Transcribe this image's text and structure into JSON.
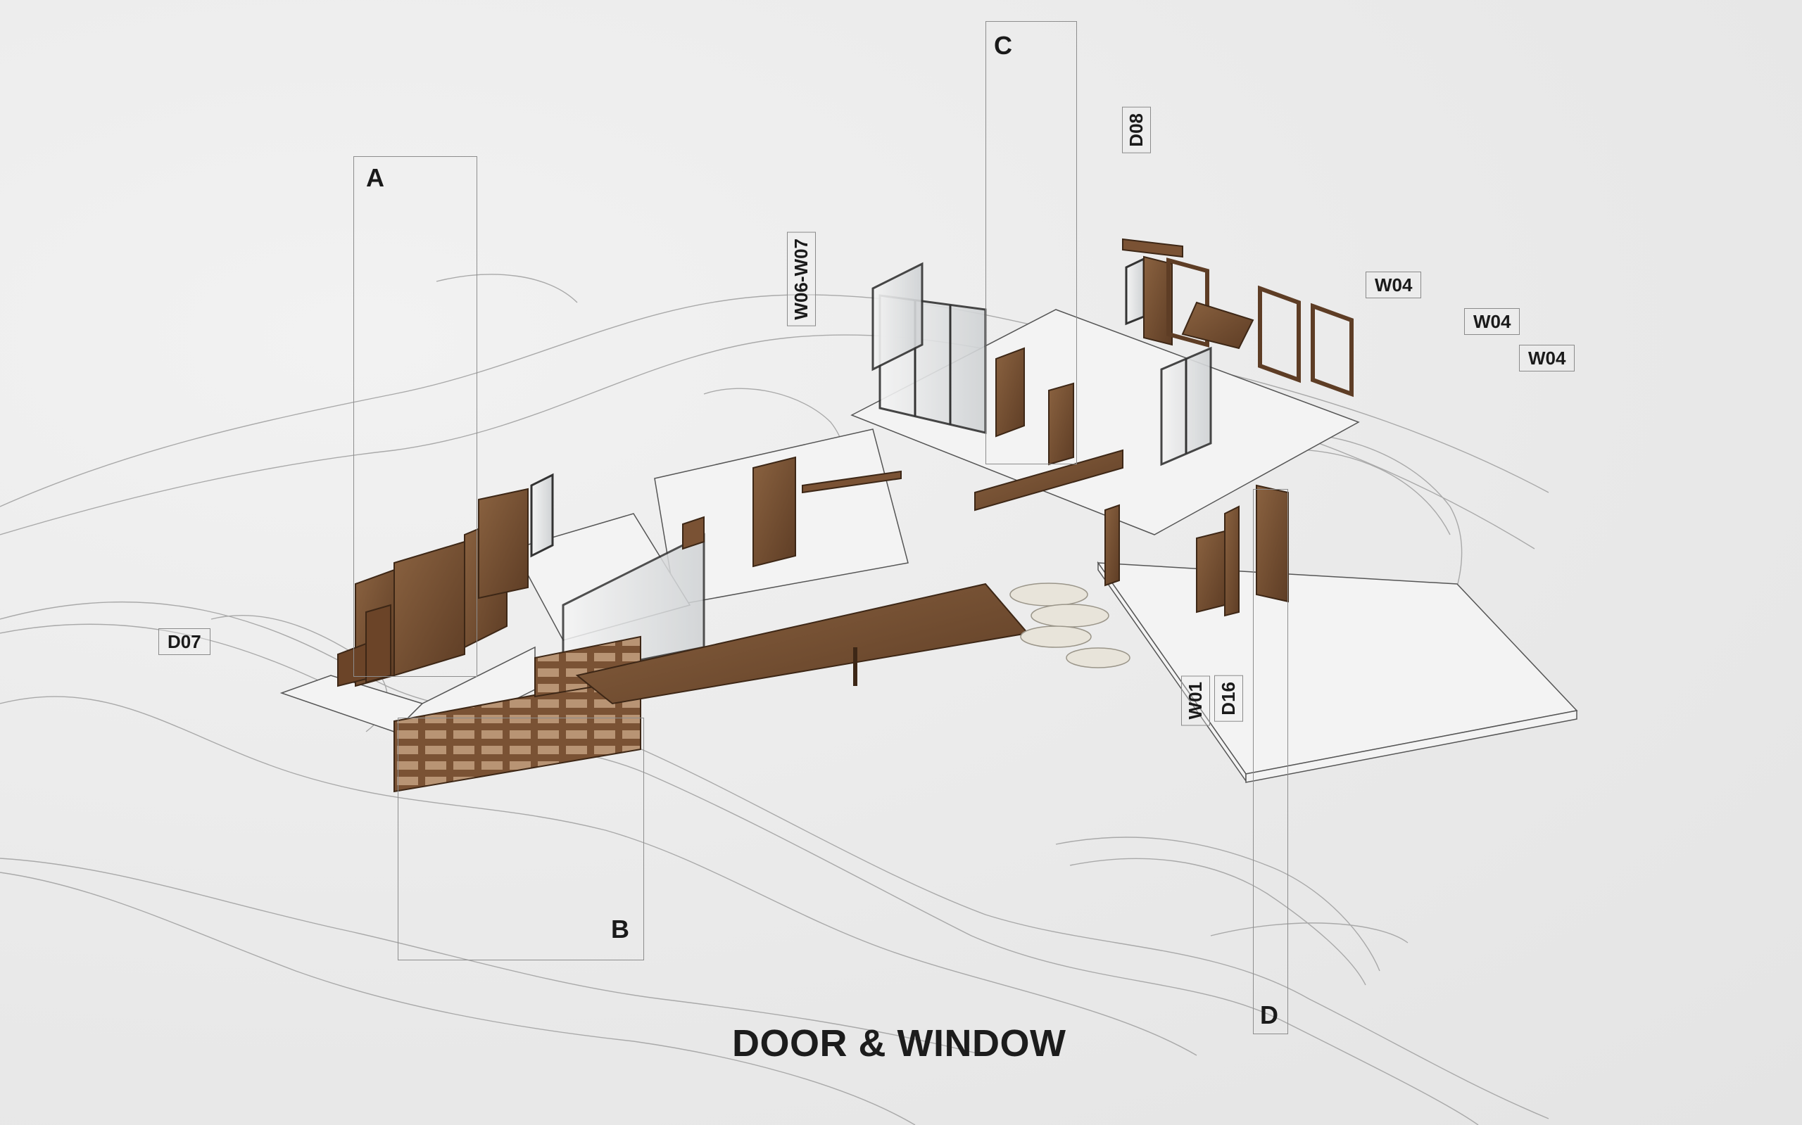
{
  "title": "DOOR & WINDOW",
  "zones": [
    {
      "id": "A",
      "label": "A"
    },
    {
      "id": "B",
      "label": "B"
    },
    {
      "id": "C",
      "label": "C"
    },
    {
      "id": "D",
      "label": "D"
    }
  ],
  "tags": {
    "d07": "D07",
    "w06_w07": "W06-W07",
    "d08": "D08",
    "w04_a": "W04",
    "w04_b": "W04",
    "w04_c": "W04",
    "w01": "W01",
    "d16": "D16"
  },
  "colors": {
    "paper": "#ececec",
    "wood": "#7a5234",
    "wood_dark": "#5b3a22",
    "line": "#8d8d8d",
    "glass": "#d9dcde"
  }
}
